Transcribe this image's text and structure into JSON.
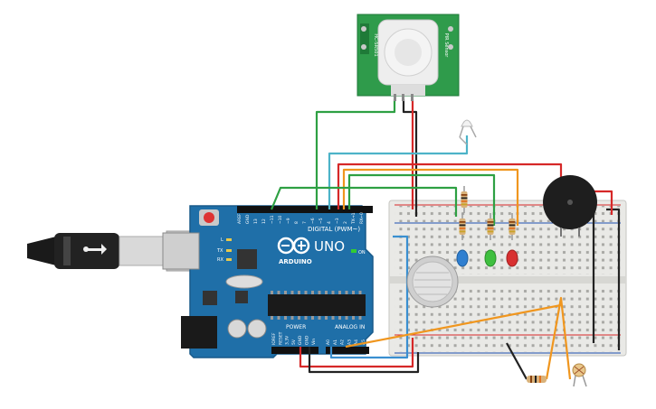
{
  "colors": {
    "board": "#1f6fa8",
    "board_dark": "#185a8a",
    "pcb_green": "#2f9b4b",
    "breadboard": "#e9e9e6",
    "wire_red": "#d62828",
    "wire_black": "#222222",
    "wire_green": "#2ea043",
    "wire_orange": "#f0961e",
    "wire_teal": "#4db3c8",
    "wire_blue": "#3a8fd0",
    "led_blue": "#2f7fd0",
    "led_green": "#3fbf3f",
    "led_red": "#d83030"
  },
  "arduino": {
    "brand": "UNO",
    "logo_text": "ARDUINO",
    "digital_header": "DIGITAL (PWM~)",
    "power_header": "POWER",
    "analog_header": "ANALOG IN",
    "on_label": "ON",
    "reset_label": "RESET",
    "tx_label": "TX",
    "rx_label": "RX",
    "l_label": "L",
    "digital_pins": [
      "AREF",
      "GND",
      "13",
      "12",
      "~11",
      "~10",
      "~9",
      "8",
      "7",
      "~6",
      "~5",
      "4",
      "~3",
      "2",
      "TX→1",
      "RX←0"
    ],
    "power_pins": [
      "IOREF",
      "RESET",
      "3.3V",
      "5V",
      "GND",
      "GND",
      "Vin"
    ],
    "analog_pins": [
      "A0",
      "A1",
      "A2",
      "A3",
      "A4",
      "A5"
    ]
  },
  "pir_sensor": {
    "left_text": "HC-SR501",
    "right_text": "PIR Sensor",
    "icon": "pir-motion-sensor-icon"
  },
  "components": {
    "piezo": "piezo-buzzer-icon",
    "gas_sensor": "gas-sensor-icon",
    "photoresistor": "photoresistor-icon",
    "ir_led": "ir-led-icon",
    "usb": "usb-plug-icon"
  }
}
